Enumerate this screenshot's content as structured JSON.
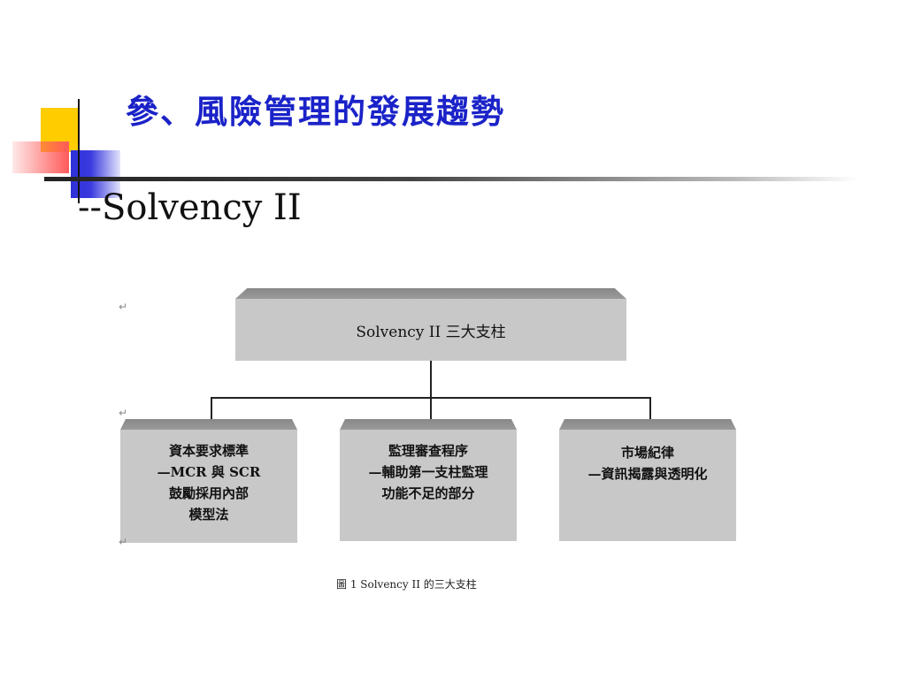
{
  "slide": {
    "title": "參、風險管理的發展趨勢",
    "subtitle": "--Solvency II"
  },
  "diagram": {
    "root": {
      "label": "Solvency II 三大支柱"
    },
    "pillars": [
      {
        "lines": [
          "資本要求標準",
          "—MCR 與 SCR",
          "鼓勵採用內部",
          "模型法"
        ]
      },
      {
        "lines": [
          "監理審查程序",
          "—輔助第一支柱監理",
          "功能不足的部分"
        ]
      },
      {
        "lines": [
          "市場紀律",
          "—資訊揭露與透明化"
        ]
      }
    ],
    "caption": "圖 1  Solvency II 的三大支柱"
  },
  "colors": {
    "title": "#1a22c8",
    "box_fill": "#c8c8c8",
    "box_top_bevel": "#888888"
  }
}
